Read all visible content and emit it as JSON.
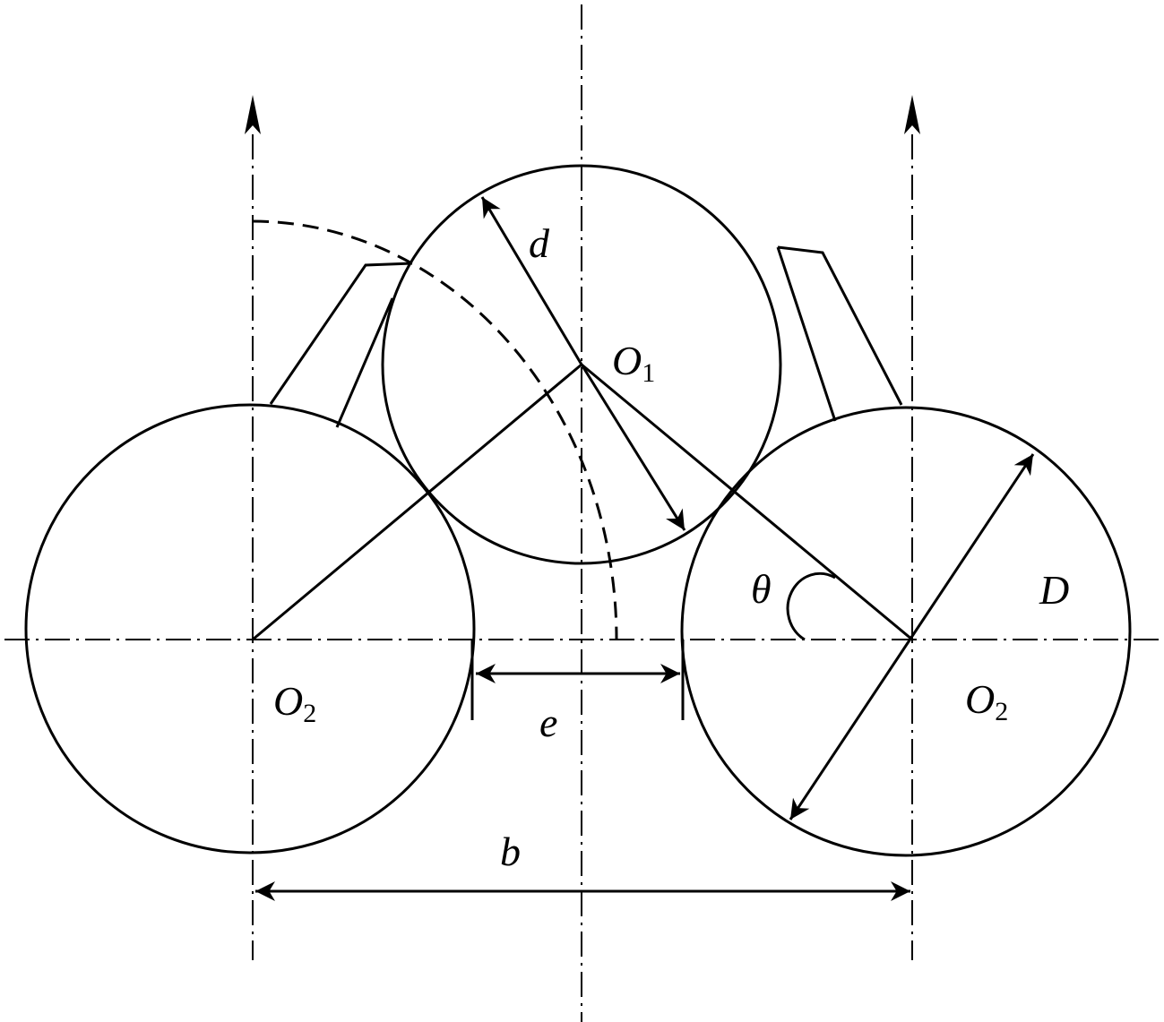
{
  "labels": {
    "small_diameter": "d",
    "large_diameter": "D",
    "angle": "θ",
    "gap": "e",
    "center_distance": "b",
    "center_small": {
      "letter": "O",
      "sub": "1"
    },
    "center_large_left": {
      "letter": "O",
      "sub": "2"
    },
    "center_large_right": {
      "letter": "O",
      "sub": "2"
    }
  }
}
